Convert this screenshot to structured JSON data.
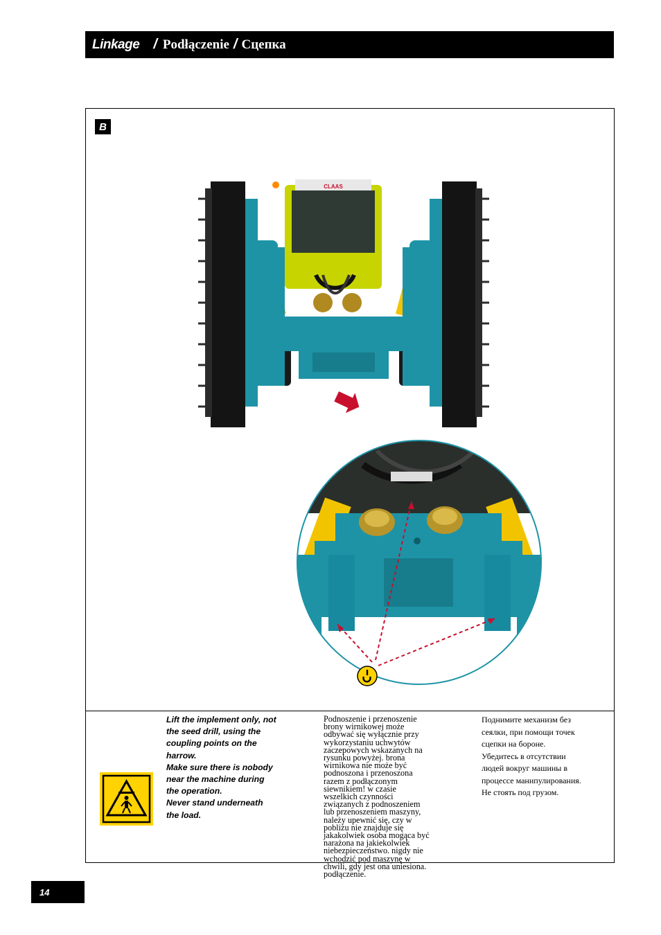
{
  "header": {
    "title_en": "Linkage",
    "separator": "/",
    "title_pl": "Podłączenie",
    "title_ru": "Сцепка"
  },
  "figure": {
    "label": "B",
    "tractor_brand": "CLAAS"
  },
  "warning": {
    "icon": "crush-hazard-warning-icon",
    "text_en": [
      "Lift the implement only, not",
      "the seed drill, using the",
      "coupling points on the",
      "harrow.",
      "Make sure there is nobody",
      "near the machine during",
      "the operation.",
      "Never stand underneath",
      "the load."
    ],
    "text_pl": [
      "Podnoszenie i przenoszenie",
      "brony wirnikowej może",
      "odbywać się wyłącznie przy",
      "wykorzystaniu uchwytów",
      "zaczepowych wskazanych na",
      "rysunku powyżej. brona",
      "wirnikowa nie może być",
      "podnoszona i przenoszona",
      "razem z podłączonym",
      "siewnikiem! w czasie",
      "wszelkich czynności",
      "związanych z podnoszeniem",
      "lub przenoszeniem maszyny,",
      "należy upewnić się, czy w",
      "pobliżu nie znajduje się",
      "jakakolwiek osoba mogąca być",
      "narażona na jakiekolwiek",
      "niebezpieczeństwo. nigdy nie",
      "wchodzić pod maszynę w",
      "chwili, gdy jest ona uniesiona.",
      "podłączenie."
    ],
    "text_ru": [
      "Поднимите механизм без",
      "сеялки, при помощи точек",
      "сцепки на бороне.",
      "Убедитесь в отсутствии",
      "людей вокруг машины в",
      "процессе манипулирования.",
      "Не стоять под грузом."
    ]
  },
  "colors": {
    "machine_teal": "#1e93a6",
    "arrow_red": "#c8102e",
    "warning_yellow": "#ffd200"
  },
  "page_number": "14"
}
